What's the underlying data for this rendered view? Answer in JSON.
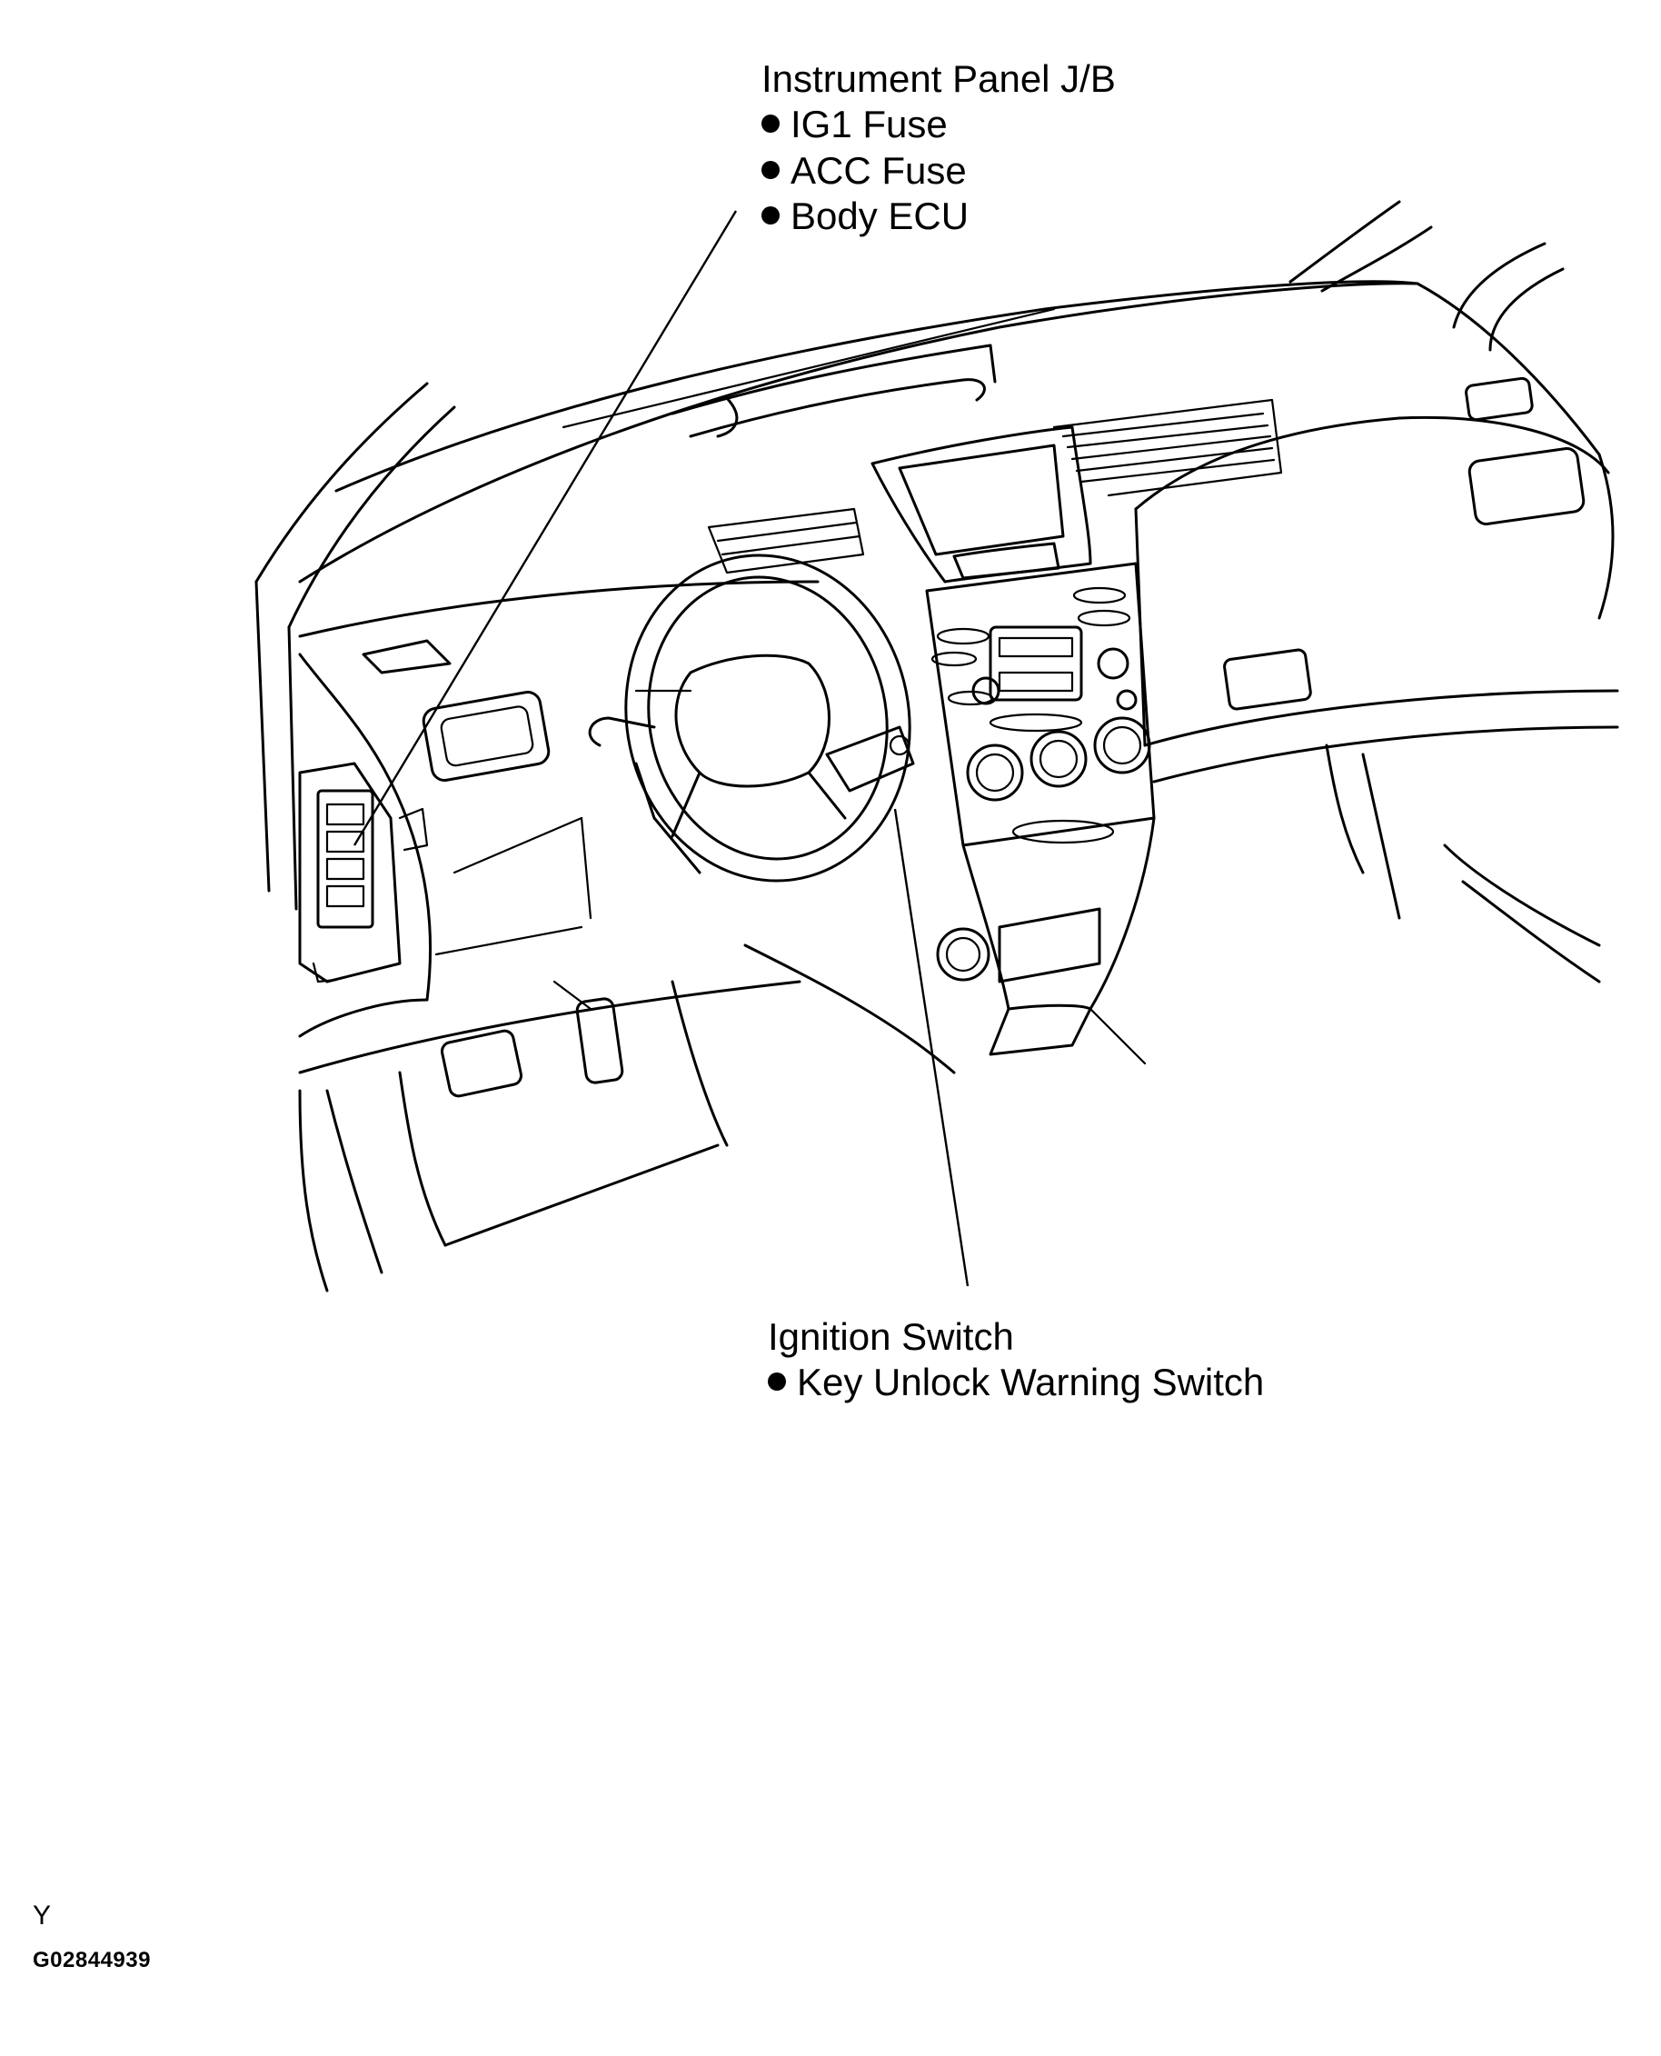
{
  "callouts": {
    "junction_block": {
      "title": "Instrument Panel J/B",
      "items": [
        "IG1 Fuse",
        "ACC Fuse",
        "Body ECU"
      ]
    },
    "ignition": {
      "title": "Ignition Switch",
      "items": [
        "Key Unlock Warning Switch"
      ]
    }
  },
  "footer": {
    "code_letter": "Y",
    "figure_id": "G02844939"
  }
}
